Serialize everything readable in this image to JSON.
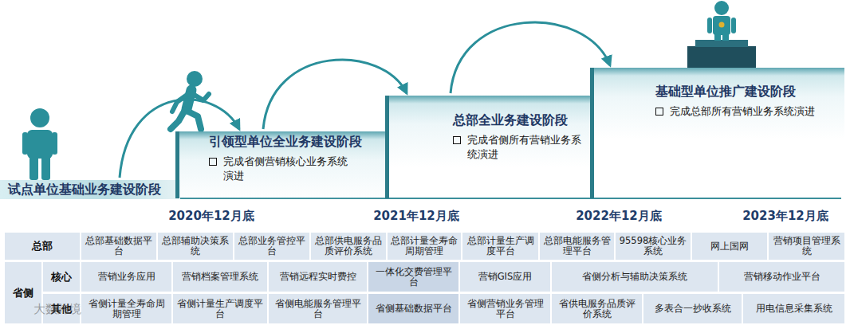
{
  "diagram": {
    "nodes": [
      {
        "text": [
          "试点单位基础业务建设阶段"
        ]
      },
      {
        "text": [
          "引领型单位全业务建设阶段",
          "完成省侧营销核心业务系统演进"
        ]
      },
      {
        "text": [
          "总部全业务建设阶段",
          "完成省侧所有营销业务系统演进"
        ]
      },
      {
        "text": [
          "基础型单位推广建设阶段",
          "完成总部所有营销业务系统演进"
        ]
      }
    ],
    "edges": [
      {
        "from": 0,
        "to": 1,
        "arrow": "to"
      },
      {
        "from": 1,
        "to": 2,
        "arrow": "to"
      },
      {
        "from": 2,
        "to": 3,
        "arrow": "to"
      }
    ],
    "labels": [
      "2020年12月底",
      "2021年12月底",
      "2022年12月底",
      "2023年12月底",
      "总部",
      "总部基础数据平台",
      "总部辅助决策系统",
      "总部业务管控平台",
      "总部供电服务品质评价系统",
      "总部计量全寿命周期管理",
      "总部计量生产调度平台",
      "总部电能服务管理平台",
      "95598核心业务系统",
      "网上国网",
      "营销项目管理系统",
      "省侧",
      "核心",
      "营销业务应用",
      "营销档案管理系统",
      "营销远程实时费控",
      "一体化交费管理平台",
      "营销GIS应用",
      "省侧分析与辅助决策系统",
      "营销移动作业平台",
      "其他",
      "省侧计量全寿命周期管理",
      "省侧计量生产调度平台",
      "省侧电能服务管理平台",
      "省侧基础数据平台",
      "省侧营销业务管理平台",
      "省供电服务品质评价系统",
      "多表合一抄收系统",
      "用电信息采集系统",
      "大数跨境"
    ]
  }
}
